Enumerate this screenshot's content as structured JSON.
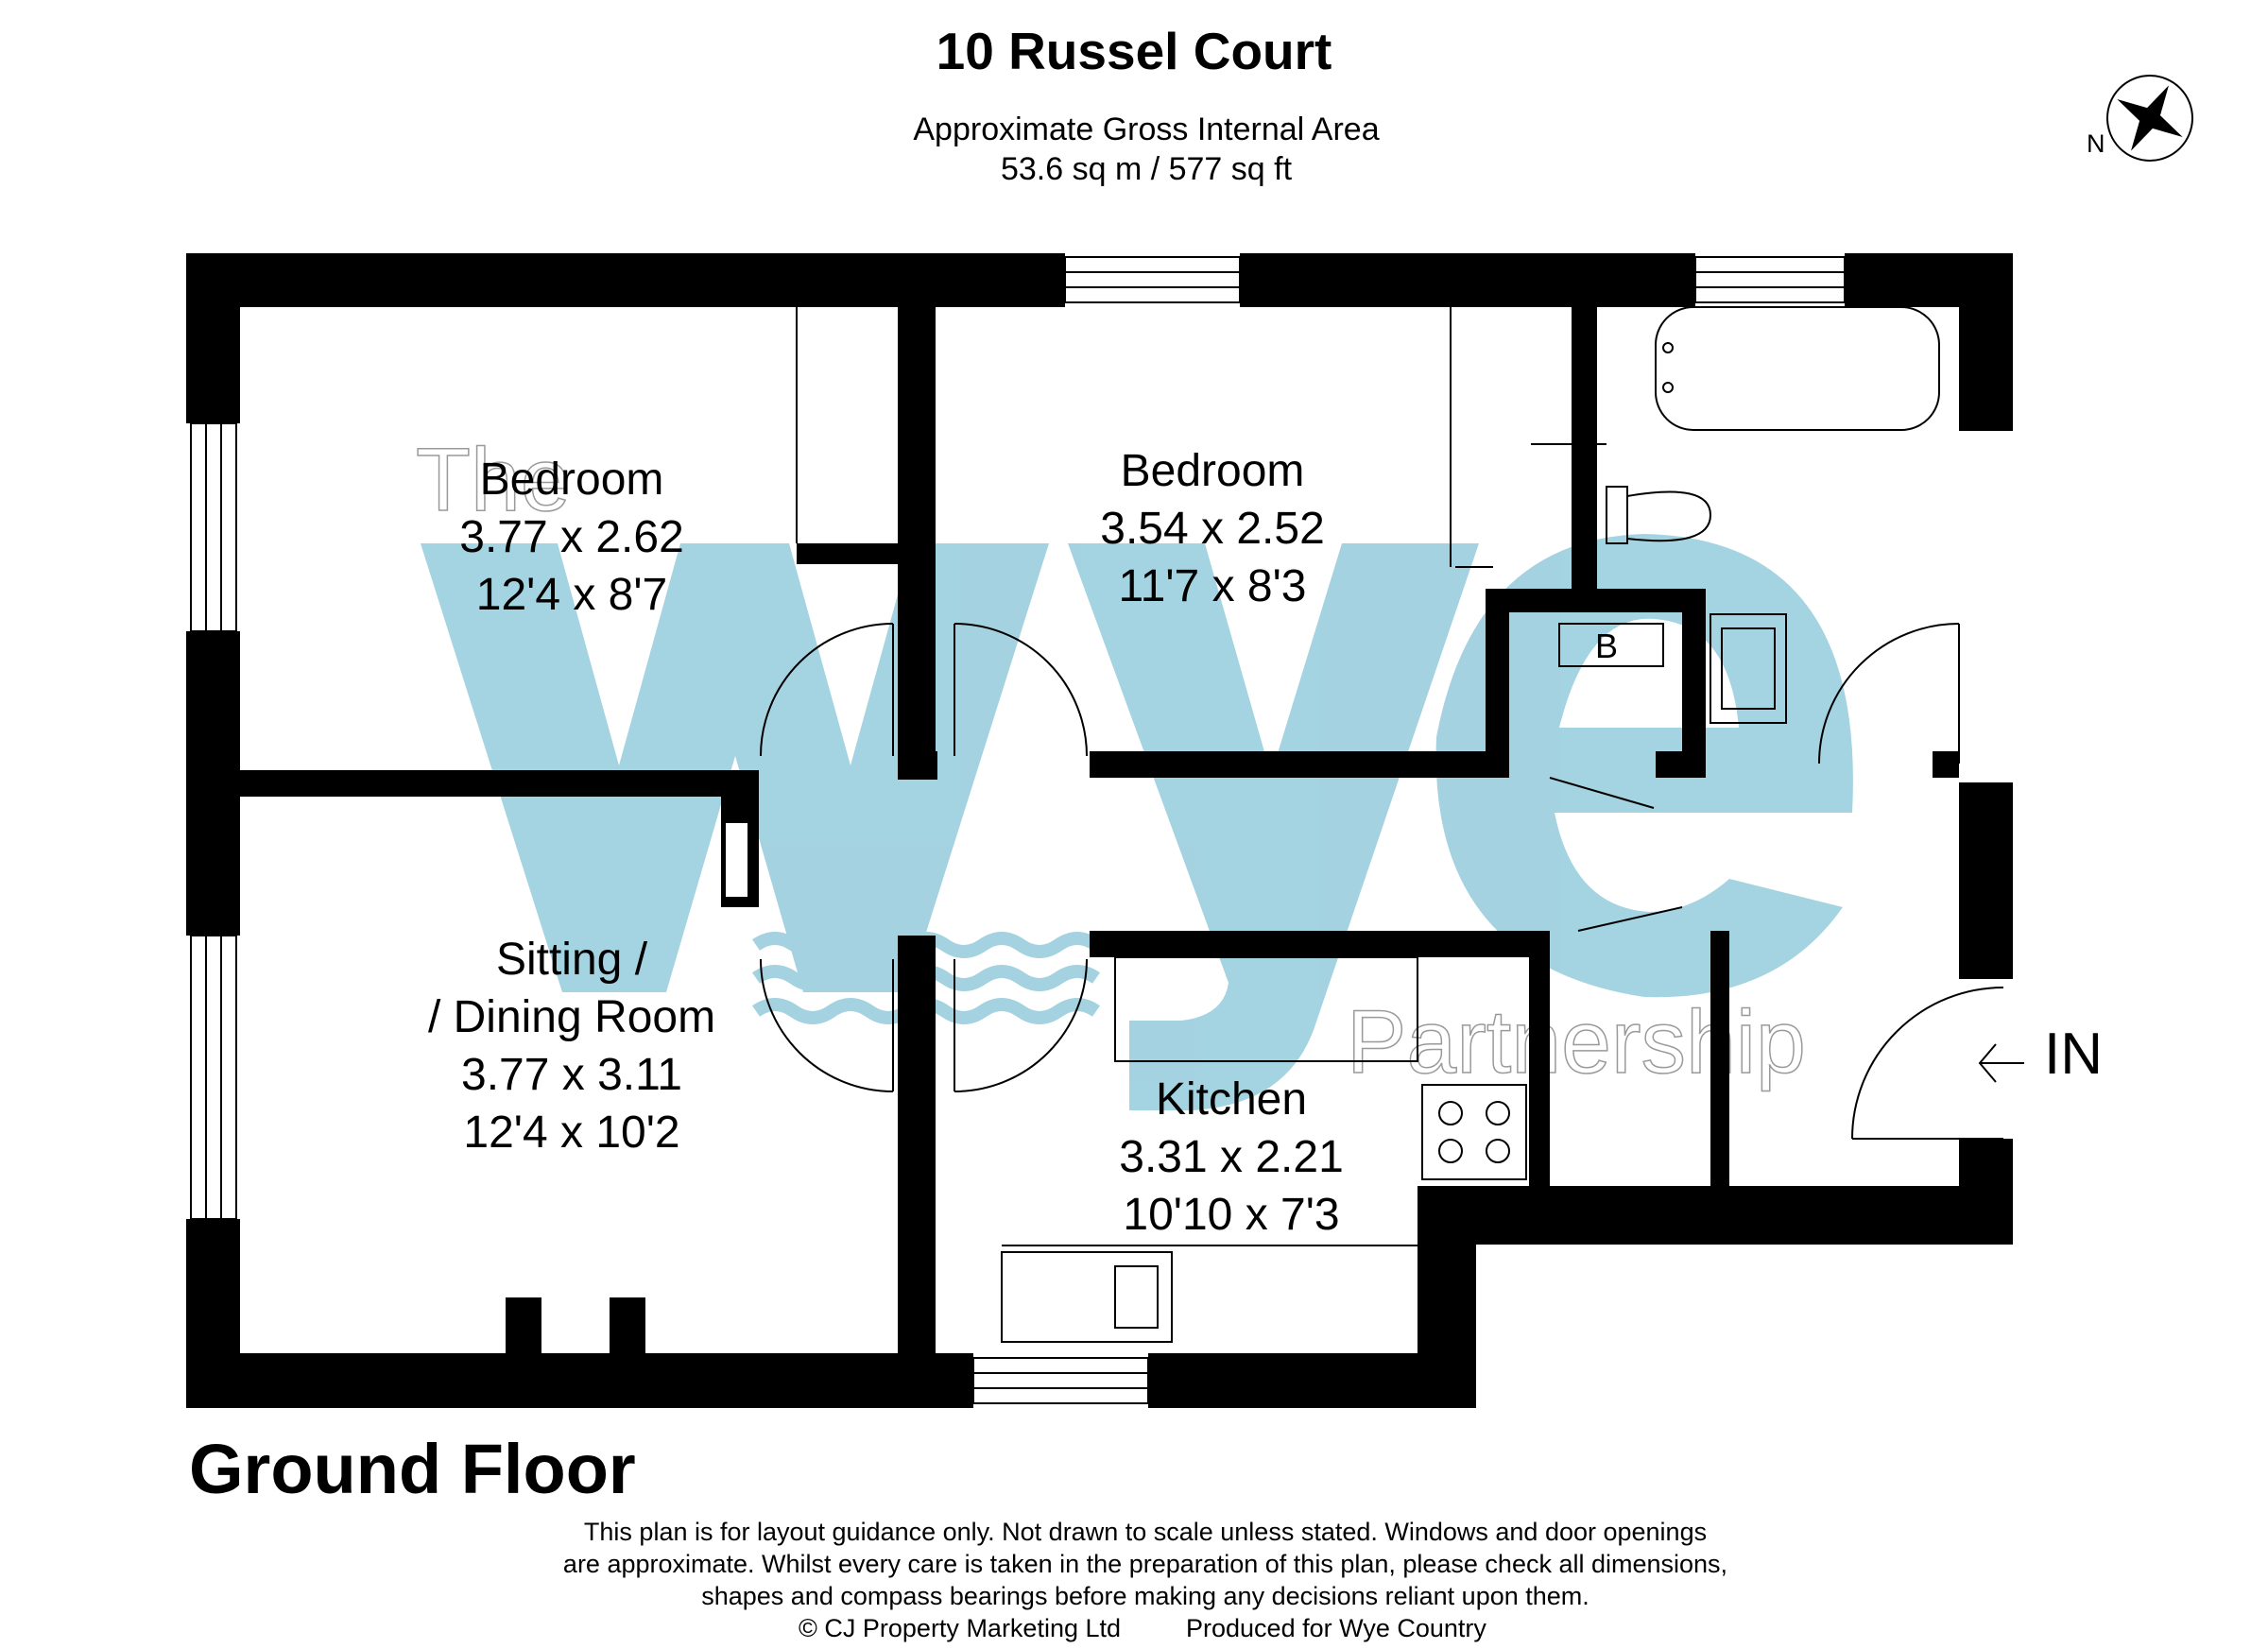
{
  "title": "10 Russel Court",
  "area": {
    "heading": "Approximate Gross Internal Area",
    "value": "53.6 sq m / 577 sq ft"
  },
  "compass": {
    "label": "N",
    "icon": "compass-rose-icon"
  },
  "watermark": {
    "brand": "The wye Partnership",
    "color": "#5aaec8"
  },
  "rooms": {
    "bedroom1": {
      "name": "Bedroom",
      "metric": "3.77 x 2.62",
      "imperial": "12'4 x 8'7"
    },
    "bedroom2": {
      "name": "Bedroom",
      "metric": "3.54 x 2.52",
      "imperial": "11'7 x 8'3"
    },
    "sitting": {
      "name_line1": "Sitting /",
      "name_line2": "/ Dining Room",
      "metric": "3.77 x 3.11",
      "imperial": "12'4 x 10'2"
    },
    "kitchen": {
      "name": "Kitchen",
      "metric": "3.31 x 2.21",
      "imperial": "10'10 x 7'3"
    }
  },
  "boiler_label": "B",
  "entrance": {
    "label": "IN",
    "icon": "entrance-arrow-icon"
  },
  "floor_label": "Ground Floor",
  "disclaimer": {
    "line1": "This plan is for layout guidance only. Not drawn to scale unless stated. Windows and door openings",
    "line2": "are approximate. Whilst every care is taken in the preparation of this plan, please check all dimensions,",
    "line3": "shapes and compass bearings before making any decisions reliant upon them."
  },
  "credits": {
    "left": "© CJ Property Marketing Ltd",
    "right": "Produced for Wye Country"
  },
  "colors": {
    "wall": "#000000",
    "watermark": "#5aaec8",
    "background": "#ffffff"
  }
}
